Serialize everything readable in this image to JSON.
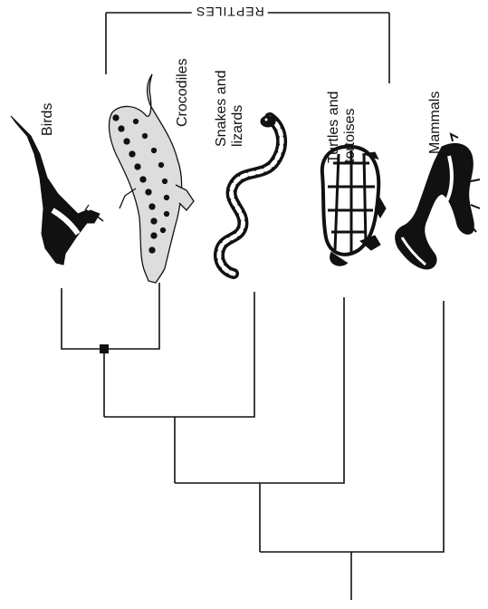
{
  "group_label": "REPTILES",
  "taxa": [
    {
      "id": "birds",
      "lines": [
        "Birds"
      ],
      "icon": "bird-icon"
    },
    {
      "id": "crocodiles",
      "lines": [
        "Crocodiles"
      ],
      "icon": "crocodile-icon"
    },
    {
      "id": "snakes",
      "lines": [
        "Snakes and",
        "lizards"
      ],
      "icon": "snake-icon"
    },
    {
      "id": "turtles",
      "lines": [
        "Turtles and",
        "tortoises"
      ],
      "icon": "turtle-icon"
    },
    {
      "id": "mammals",
      "lines": [
        "Mammals"
      ],
      "icon": "mammal-icon"
    }
  ]
}
